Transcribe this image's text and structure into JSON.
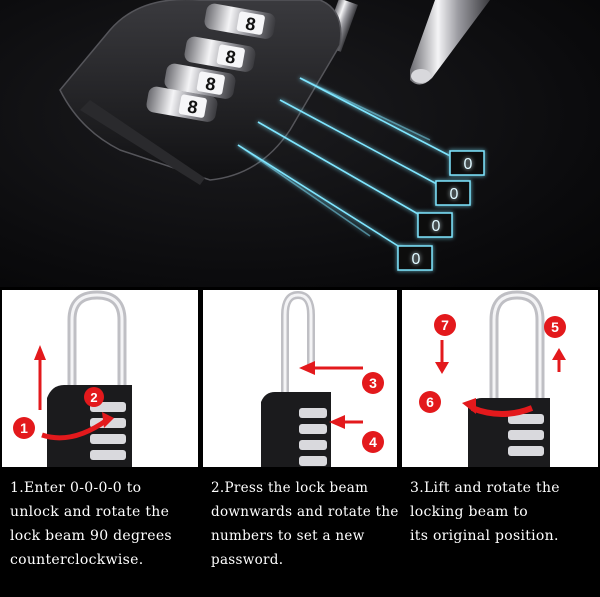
{
  "hero": {
    "digits": [
      "0",
      "0",
      "0",
      "0"
    ],
    "wheel_digits": [
      "8",
      "8",
      "8",
      "8"
    ],
    "glow_color": "#7fe6ff"
  },
  "steps": [
    {
      "markers": [
        "1",
        "2"
      ],
      "lines": [
        "1.Enter 0-0-0-0 to",
        "unlock and rotate the",
        "lock beam 90 degrees",
        "counterclockwise."
      ]
    },
    {
      "markers": [
        "3",
        "4"
      ],
      "lines": [
        "2.Press the lock beam",
        "downwards and rotate the",
        "numbers to set a new",
        "password."
      ]
    },
    {
      "markers": [
        "7",
        "6",
        "5"
      ],
      "lines": [
        "3.Lift and rotate the",
        "locking beam to",
        "its original position."
      ]
    }
  ],
  "colors": {
    "marker_red": "#e3191c",
    "arrow_red": "#e3191c",
    "lock_body": "#1a1a1c",
    "shackle": "#c8c8cc"
  }
}
